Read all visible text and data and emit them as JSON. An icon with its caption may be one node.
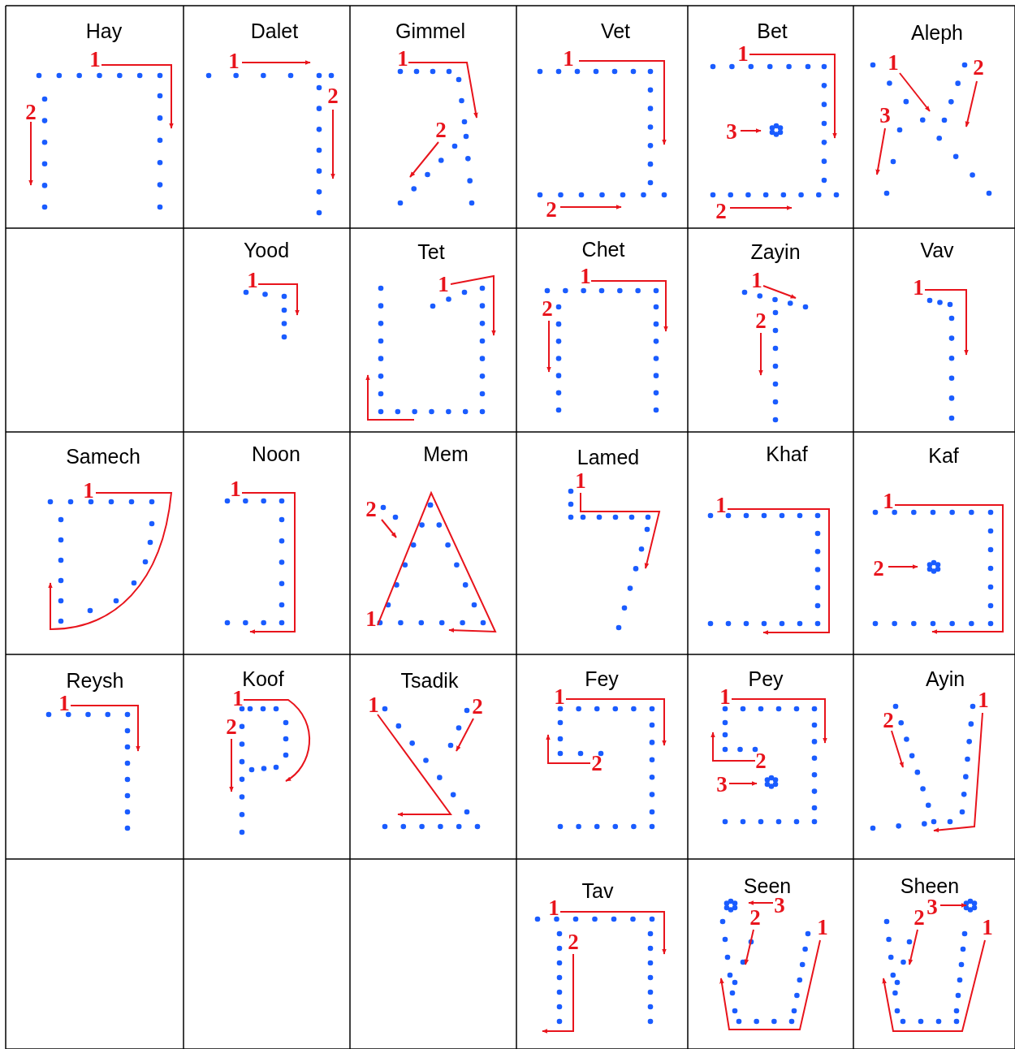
{
  "diagram": {
    "labels": [
      "Hay",
      "1",
      "2",
      "Dalet",
      "1",
      "2",
      "Gimmel",
      "1",
      "2",
      "Vet",
      "1",
      "2",
      "Bet",
      "1",
      "2",
      "3",
      "Aleph",
      "1",
      "2",
      "3",
      "Yood",
      "1",
      "Tet",
      "1",
      "Chet",
      "1",
      "2",
      "Zayin",
      "1",
      "2",
      "Vav",
      "1",
      "Samech",
      "1",
      "Noon",
      "1",
      "Mem",
      "1",
      "2",
      "Lamed",
      "1",
      "Khaf",
      "1",
      "Kaf",
      "1",
      "2",
      "Reysh",
      "1",
      "Koof",
      "1",
      "2",
      "Tsadik",
      "1",
      "2",
      "Fey",
      "1",
      "2",
      "Pey",
      "1",
      "2",
      "3",
      "Ayin",
      "1",
      "2",
      "Tav",
      "1",
      "2",
      "Seen",
      "1",
      "2",
      "3",
      "Sheen",
      "1",
      "2",
      "3"
    ]
  }
}
